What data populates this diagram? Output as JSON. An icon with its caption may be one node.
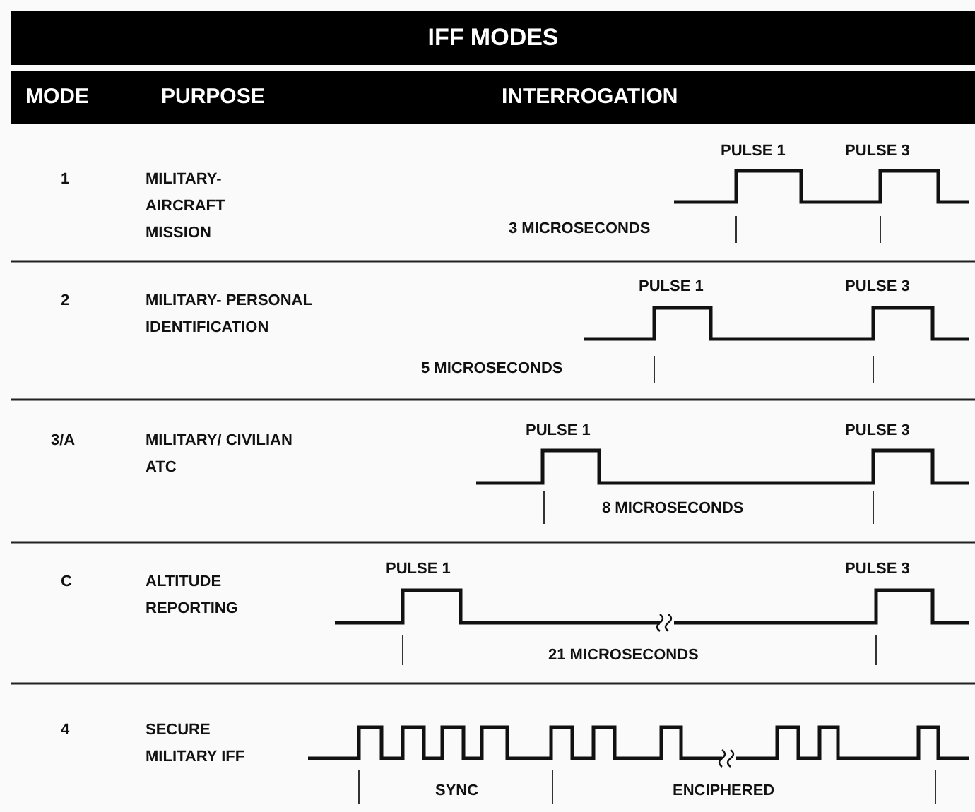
{
  "diagram": {
    "title": "IFF MODES",
    "labels": [
      "MODE",
      "PURPOSE",
      "INTERROGATION",
      "1",
      "MILITARY- AIRCRAFT MISSION",
      "PULSE 1",
      "PULSE 3",
      "3 MICROSECONDS",
      "2",
      "MILITARY- PERSONAL IDENTIFICATION",
      "PULSE 1",
      "PULSE 3",
      "5 MICROSECONDS",
      "3/A",
      "MILITARY/ CIVILIAN ATC",
      "PULSE 1",
      "PULSE 3",
      "8 MICROSECONDS",
      "C",
      "ALTITUDE REPORTING",
      "PULSE 1",
      "PULSE 3",
      "21 MICROSECONDS",
      "4",
      "SECURE MILITARY IFF",
      "SYNC",
      "ENCIPHERED"
    ]
  }
}
